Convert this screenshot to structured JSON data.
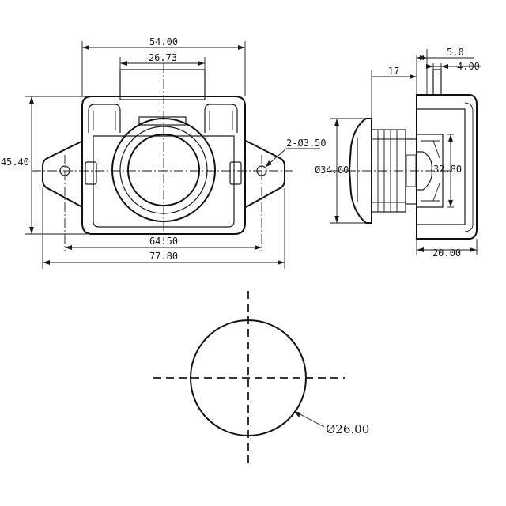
{
  "front_view": {
    "width_top": "54.00",
    "width_knob_housing": "26.73",
    "height": "45.40",
    "holes": "2-Ø3.50",
    "hole_spacing": "64.50",
    "overall_width": "77.80"
  },
  "side_view": {
    "flange_offset": "17",
    "pin_offset": "5.0",
    "pin_width": "4.00",
    "flange_diameter": "Ø34.00",
    "body_height": "32.80",
    "depth": "20.00"
  },
  "bottom_view": {
    "cutout_diameter": "Ø26.00"
  }
}
